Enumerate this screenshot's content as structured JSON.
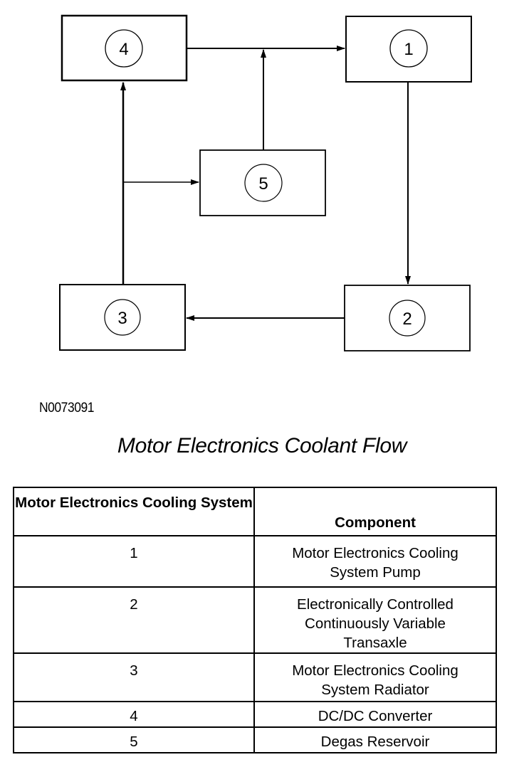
{
  "diagram": {
    "nodes": [
      {
        "id": "4",
        "label": "4"
      },
      {
        "id": "1",
        "label": "1"
      },
      {
        "id": "5",
        "label": "5"
      },
      {
        "id": "3",
        "label": "3"
      },
      {
        "id": "2",
        "label": "2"
      }
    ],
    "edges": [
      {
        "from": "4",
        "to": "1"
      },
      {
        "from": "1",
        "to": "2"
      },
      {
        "from": "2",
        "to": "3"
      },
      {
        "from": "3",
        "to": "4"
      },
      {
        "from": "3",
        "to": "5",
        "note": "branch from 3-to-4 line"
      },
      {
        "from": "5",
        "to": "1",
        "note": "joins 4-to-1 line"
      }
    ],
    "stroke_color": "#000000",
    "background": "#ffffff"
  },
  "figure_id": "N0073091",
  "caption": "Motor Electronics Coolant Flow",
  "table": {
    "headers": [
      "Motor Electronics Cooling System",
      "Component"
    ],
    "rows": [
      {
        "number": "1",
        "component": "Motor Electronics Cooling System Pump"
      },
      {
        "number": "2",
        "component": "Electronically Controlled Continuously Variable Transaxle"
      },
      {
        "number": "3",
        "component": "Motor Electronics Cooling System Radiator"
      },
      {
        "number": "4",
        "component": "DC/DC Converter"
      },
      {
        "number": "5",
        "component": "Degas Reservoir"
      }
    ]
  }
}
